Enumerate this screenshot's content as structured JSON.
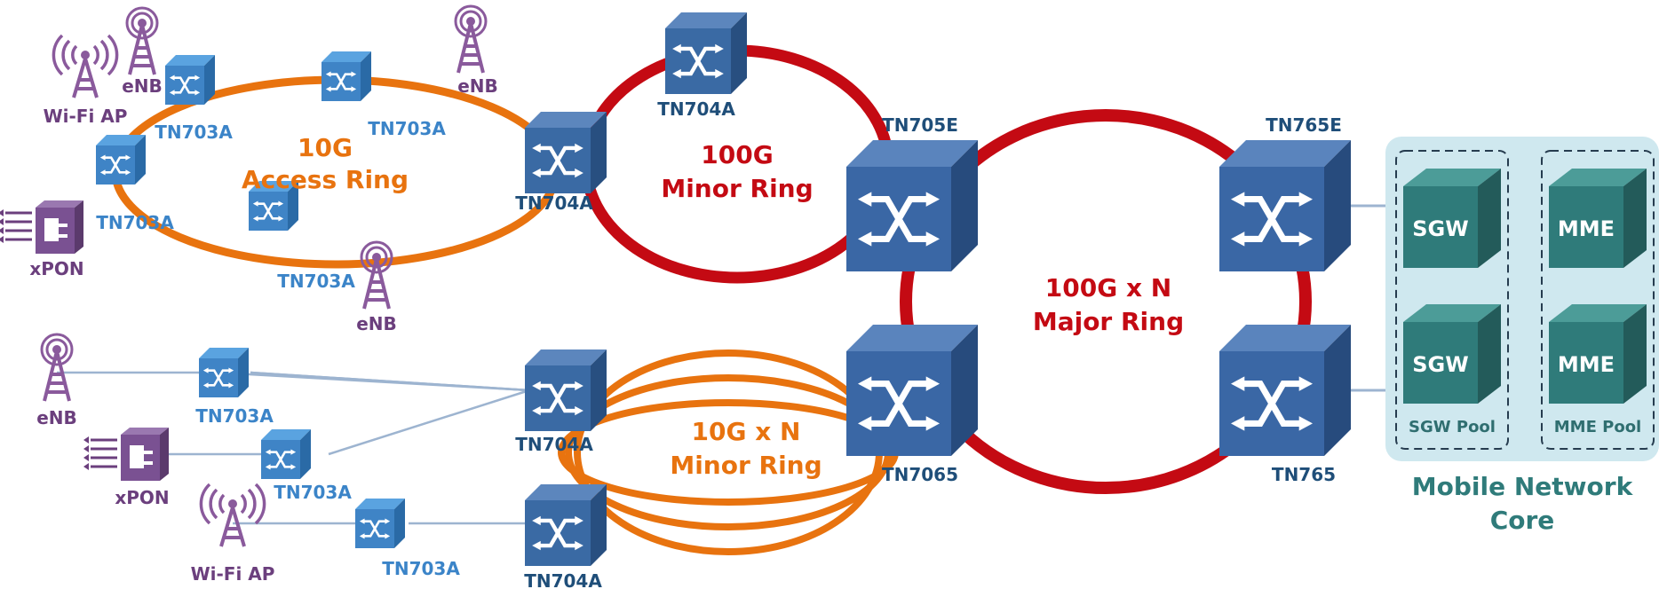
{
  "colors": {
    "orange": "#e8730f",
    "red": "#c40a13",
    "blue_label": "#3b84c8",
    "navy_label": "#1f4e79",
    "purple_label": "#6b3f7d",
    "teal": "#2f7b7a",
    "teal_panel": "#cfe8ef",
    "switch_small": "#4d94d6",
    "switch_mid": "#3a6aa4",
    "switch_big": "#3a67a5",
    "antenna": "#8a5a9c",
    "line": "#9db4d0"
  },
  "rings": {
    "access": {
      "line1": "10G",
      "line2": "Access Ring"
    },
    "minor_top": {
      "line1": "100G",
      "line2": "Minor Ring"
    },
    "major": {
      "line1": "100G x N",
      "line2": "Major Ring"
    },
    "minor_bottom": {
      "line1": "10G x N",
      "line2": "Minor Ring"
    }
  },
  "devices": {
    "tn703a_1": "TN703A",
    "tn703a_2": "TN703A",
    "tn703a_3": "TN703A",
    "tn703a_4": "TN703A",
    "tn703a_5": "TN703A",
    "tn703a_6": "TN703A",
    "tn703a_7": "TN703A",
    "tn704a_1": "TN704A",
    "tn704a_2": "TN704A",
    "tn704a_3": "TN704A",
    "tn704a_4": "TN704A",
    "tn705e": "TN705E",
    "tn7065": "TN7065",
    "tn765e": "TN765E",
    "tn765": "TN765"
  },
  "access": {
    "wifi_1": "Wi-Fi AP",
    "wifi_2": "Wi-Fi AP",
    "enb_1": "eNB",
    "enb_2": "eNB",
    "enb_3": "eNB",
    "enb_4": "eNB",
    "xpon_1": "xPON",
    "xpon_2": "xPON"
  },
  "core": {
    "sgw_1": "SGW",
    "sgw_2": "SGW",
    "mme_1": "MME",
    "mme_2": "MME",
    "sgw_pool": "SGW Pool",
    "mme_pool": "MME Pool",
    "title_line1": "Mobile Network",
    "title_line2": "Core"
  }
}
